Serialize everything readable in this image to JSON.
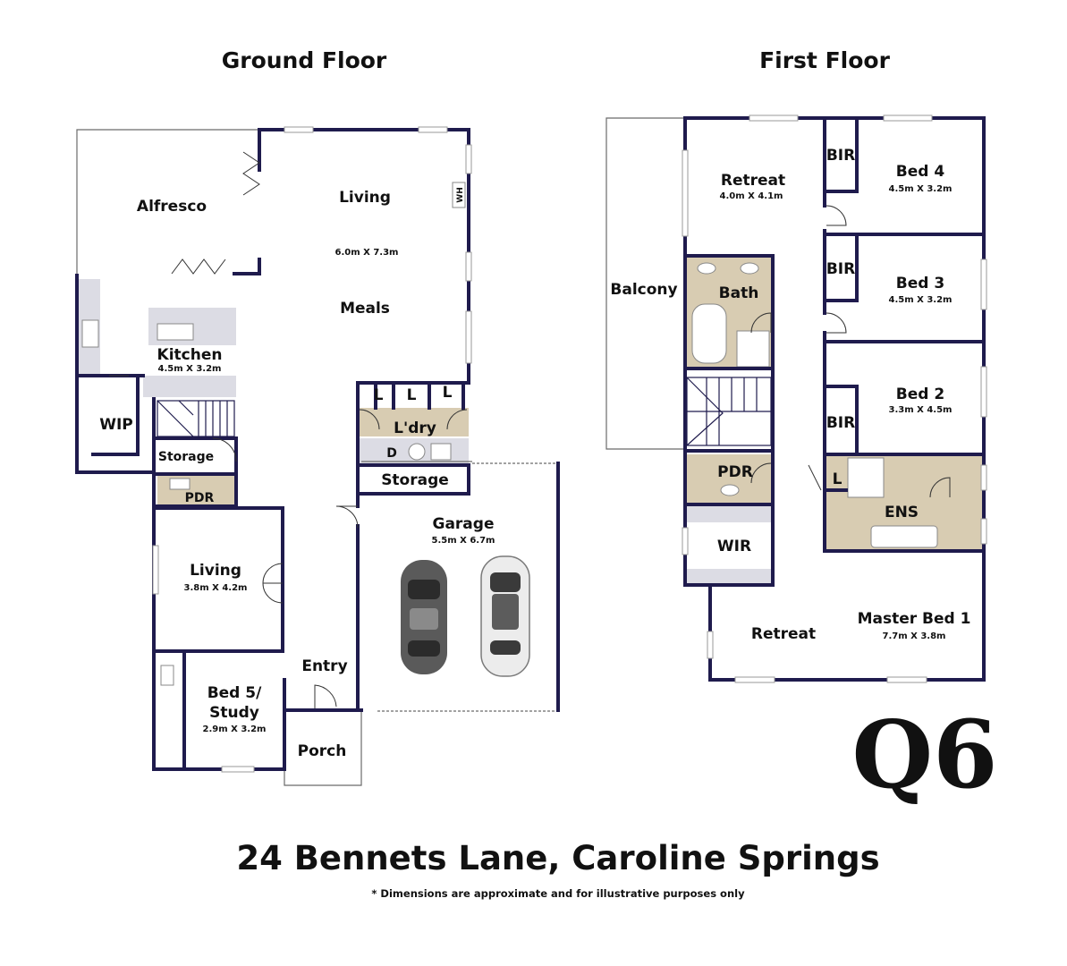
{
  "headings": {
    "ground_floor": "Ground Floor",
    "first_floor": "First Floor"
  },
  "ground_floor": {
    "alfresco": "Alfresco",
    "living": "Living",
    "living_dim": "6.0m X 7.3m",
    "meals": "Meals",
    "wh": "WH",
    "kitchen": "Kitchen",
    "kitchen_dim": "4.5m X 3.2m",
    "wip": "WIP",
    "storage_hall": "Storage",
    "pdr": "PDR",
    "laundry_l1": "L",
    "laundry_l2": "L",
    "laundry_l3": "L",
    "laundry": "L'dry",
    "laundry_d": "D",
    "storage_garage": "Storage",
    "garage": "Garage",
    "garage_dim": "5.5m X 6.7m",
    "living2": "Living",
    "living2_dim": "3.8m X 4.2m",
    "entry": "Entry",
    "bed5_line1": "Bed 5/",
    "bed5_line2": "Study",
    "bed5_dim": "2.9m X 3.2m",
    "porch": "Porch"
  },
  "first_floor": {
    "retreat": "Retreat",
    "retreat_dim": "4.0m X 4.1m",
    "bir_1": "BIR",
    "bed4": "Bed 4",
    "bed4_dim": "4.5m X 3.2m",
    "bir_2": "BIR",
    "bed3": "Bed 3",
    "bed3_dim": "4.5m X 3.2m",
    "balcony": "Balcony",
    "bath": "Bath",
    "bed2": "Bed 2",
    "bed2_dim": "3.3m X 4.5m",
    "bir_3": "BIR",
    "pdr": "PDR",
    "linen": "L",
    "ens": "ENS",
    "wir": "WIR",
    "retreat2": "Retreat",
    "master": "Master Bed 1",
    "master_dim": "7.7m X 3.8m"
  },
  "brand": "Q6",
  "address": "24 Bennets Lane, Caroline Springs",
  "disclaimer": "* Dimensions are approximate and for illustrative purposes only",
  "colors": {
    "wall": "#1f1b4d",
    "wet_area": "#d8ccb2",
    "bench": "#dcdce4"
  }
}
